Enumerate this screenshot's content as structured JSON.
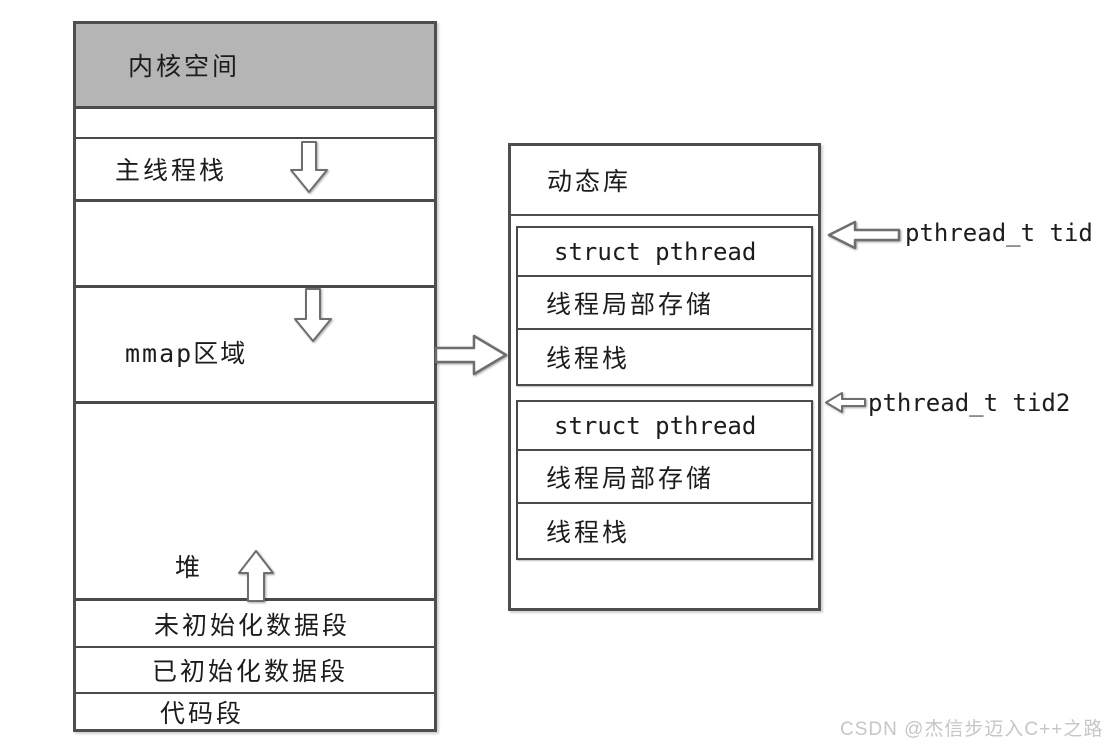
{
  "colors": {
    "kernel_fill": "#b5b5b5",
    "line": "#4e4e4e",
    "text": "#1c1c1c",
    "watermark": "#c6c6c6"
  },
  "memory_map": {
    "sections": [
      {
        "label": "内核空间"
      },
      {
        "label": ""
      },
      {
        "label": "主线程栈",
        "arrow": "down"
      },
      {
        "label": ""
      },
      {
        "label": "mmap区域",
        "arrow": "down"
      },
      {
        "label": "堆",
        "arrow": "up"
      },
      {
        "label": "未初始化数据段"
      },
      {
        "label": "已初始化数据段"
      },
      {
        "label": "代码段"
      }
    ]
  },
  "library": {
    "title": "动态库",
    "blocks": [
      {
        "rows": [
          "struct pthread",
          "线程局部存储",
          "线程栈"
        ],
        "pointer": "pthread_t tid"
      },
      {
        "rows": [
          "struct pthread",
          "线程局部存储",
          "线程栈"
        ],
        "pointer": "pthread_t tid2"
      }
    ]
  },
  "watermark": "CSDN @杰信步迈入C++之路"
}
